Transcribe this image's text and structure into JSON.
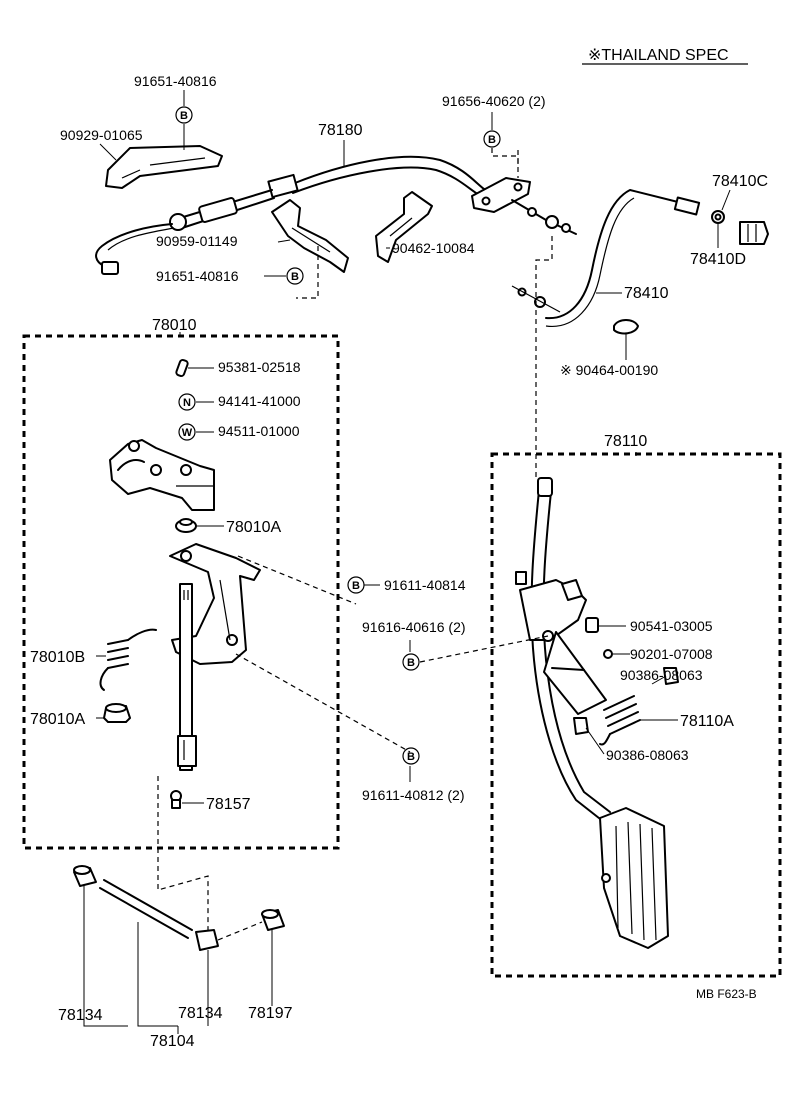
{
  "header": {
    "spec_note": "※THAILAND SPEC"
  },
  "footer": {
    "diagram_code": "MB F623-B"
  },
  "callouts": {
    "c91651a": "91651-40816",
    "c90929": "90929-01065",
    "c78180": "78180",
    "c91656": "91656-40620 (2)",
    "c78410C": "78410C",
    "c78410D": "78410D",
    "c90959": "90959-01149",
    "c90462": "90462-10084",
    "c91651b": "91651-40816",
    "c78410": "78410",
    "c90464": "※ 90464-00190",
    "c78010": "78010",
    "c95381": "95381-02518",
    "c94141": "94141-41000",
    "c94511": "94511-01000",
    "c78010A_top": "78010A",
    "c91611a": "91611-40814",
    "c91616": "91616-40616 (2)",
    "c78010B": "78010B",
    "c78010A_bot": "78010A",
    "c91611b": "91611-40812 (2)",
    "c78157": "78157",
    "c78110": "78110",
    "c90541": "90541-03005",
    "c90201": "90201-07008",
    "c90386a": "90386-08063",
    "c78110A": "78110A",
    "c90386b": "90386-08063",
    "c78134a": "78134",
    "c78134b": "78134",
    "c78197": "78197",
    "c78104": "78104"
  },
  "markers": {
    "bolt": "B",
    "nut": "N",
    "washer": "W"
  }
}
